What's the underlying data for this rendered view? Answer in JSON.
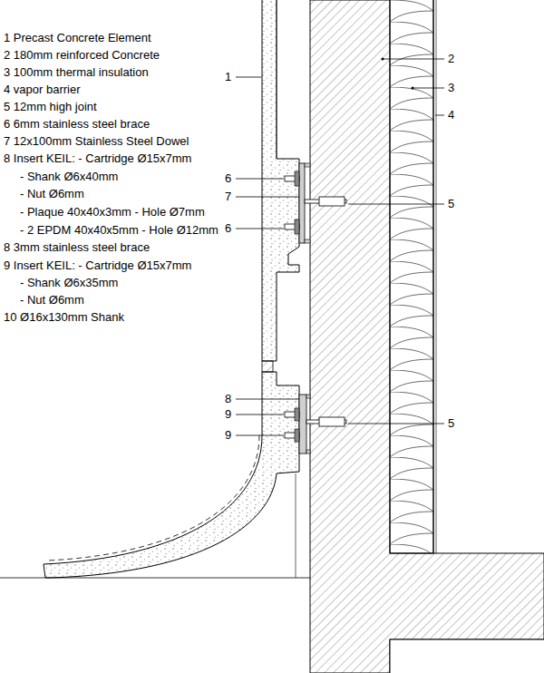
{
  "diagram": {
    "labels": [
      "1 Precast Concrete Element",
      "2 180mm reinforced Concrete",
      "3 100mm thermal insulation",
      "4 vapor barrier",
      "5 12mm high joint",
      "6 6mm stainless steel brace",
      "7 12x100mm Stainless Steel Dowel",
      "8 Insert KEIL: - Cartridge Ø15x7mm",
      "- Shank Ø6x40mm",
      "- Nut Ø6mm",
      "- Plaque 40x40x3mm - Hole Ø7mm",
      "- 2 EPDM 40x40x5mm - Hole Ø12mm",
      "8 3mm stainless steel brace",
      "9 Insert KEIL: - Cartridge Ø15x7mm",
      "- Shank Ø6x35mm",
      "- Nut Ø6mm",
      "10 Ø16x130mm Shank",
      "1",
      "2",
      "3",
      "4",
      "6",
      "7",
      "5",
      "6",
      "8",
      "9",
      "5",
      "9"
    ]
  }
}
